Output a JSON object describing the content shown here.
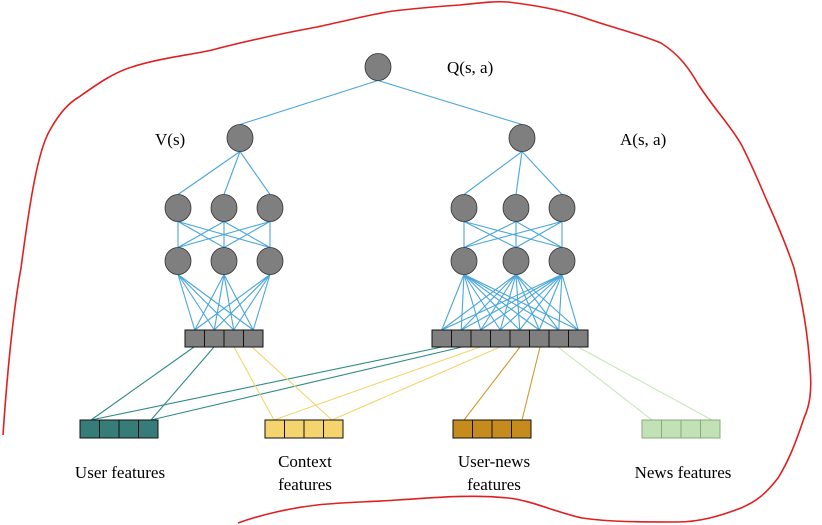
{
  "labels": {
    "q": "Q(s, a)",
    "v": "V(s)",
    "a": "A(s, a)"
  },
  "inputs": [
    {
      "line1": "User features",
      "line2": "",
      "color": "#367d79"
    },
    {
      "line1": "Context",
      "line2": "features",
      "color": "#f5d46e"
    },
    {
      "line1": "User-news",
      "line2": "features",
      "color": "#c68b1d"
    },
    {
      "line1": "News features",
      "line2": "",
      "color": "#c2e1b5"
    }
  ],
  "colors": {
    "node": "#7f7f7f",
    "edge": "#4aa6dc",
    "outline": "#e02020",
    "teal_edge": "#2e8b86",
    "yellow_edge": "#f5d46e",
    "orange_edge": "#d09a34",
    "green_edge": "#c8e6bc"
  }
}
